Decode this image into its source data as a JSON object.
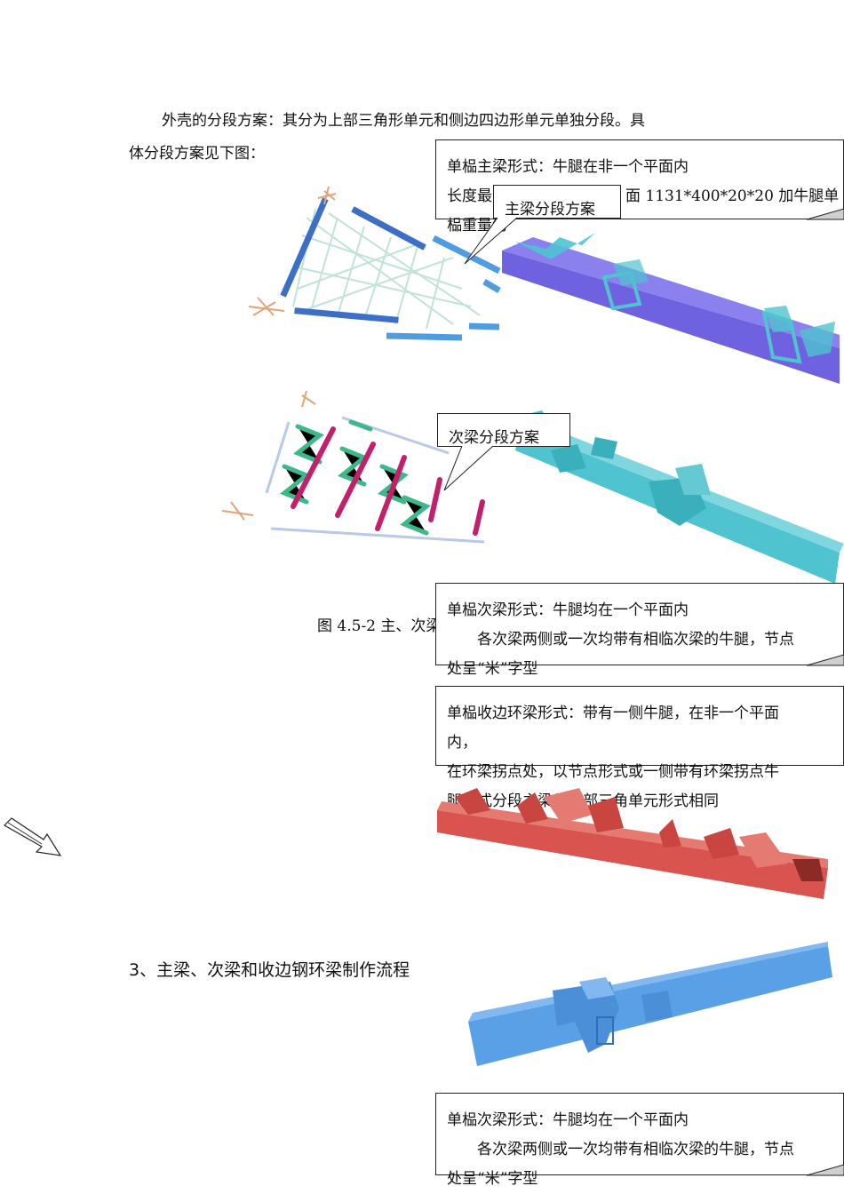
{
  "intro": {
    "line1": "外壳的分段方案：其分为上部三角形单元和侧边四边形单元单独分段。具",
    "line2": "体分段方案见下图："
  },
  "callouts": {
    "main_beam": {
      "line1": "单榀主梁形式：牛腿在非一个平面内",
      "line2_start": "长度最",
      "line2_end": "面 1131*400*20*20 加牛腿单",
      "line3": "榀重量约"
    },
    "main_label": "主梁分段方案",
    "secondary_label": "次梁分段方案",
    "secondary_beam": {
      "line1": "单榀次梁形式：牛腿均在一个平面内",
      "line2": "各次梁两侧或一次均带有相临次梁的牛腿，节点",
      "line3": "处呈“米”字型"
    },
    "ring_beam": {
      "line1": "单榀收边环梁形式：带有一侧牛腿，在非一个平面",
      "line2": "内，",
      "line3": "在环梁拐点处，以节点形式或一侧带有环梁拐点牛",
      "line4": "腿形式分段主梁与上部三角单元形式相同"
    },
    "secondary_beam_2": {
      "line1": "单榀次梁形式：牛腿均在一个平面内",
      "line2": "各次梁两侧或一次均带有相临次梁的牛腿，节点",
      "line3": "处呈“米”字型"
    }
  },
  "figure_caption": "图 4.5-2 主、次梁",
  "section_heading": "3、主梁、次梁和收边钢环梁制作流程",
  "colors": {
    "main_beam": "#6f62e0",
    "secondary_beam": "#4fc3cf",
    "ring_beam": "#d9534f",
    "edge_beam": "#5aa0e6",
    "magenta": "#c2206a",
    "green": "#3cb88a"
  }
}
